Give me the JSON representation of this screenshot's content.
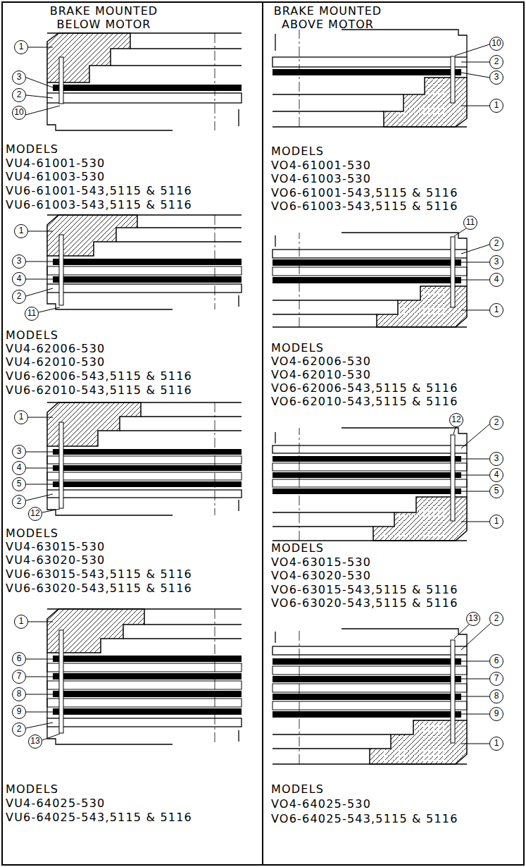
{
  "diagram": {
    "nodes": [
      {
        "text": [
          "BRAKE MOUNTED BELOW MOTOR"
        ]
      },
      {
        "text": [
          "BRAKE MOUNTED ABOVE MOTOR"
        ]
      }
    ],
    "labels": [
      "1",
      "3",
      "2",
      "10",
      "MODELS",
      "VU4-61001-530",
      "VU4-61003-530",
      "VU6-61001-543,5115 & 5116",
      "VU6-61003-543,5115 & 5116",
      "1",
      "3",
      "4",
      "2",
      "11",
      "MODELS",
      "VU4-62006-530",
      "VU4-62010-530",
      "VU6-62006-543,5115 & 5116",
      "VU6-62010-543,5115 & 5116",
      "1",
      "3",
      "4",
      "5",
      "2",
      "12",
      "MODELS",
      "VU4-63015-530",
      "VU4-63020-530",
      "VU6-63015-543,5115 & 5116",
      "VU6-63020-543,5115 & 5116",
      "1",
      "6",
      "7",
      "8",
      "9",
      "2",
      "13",
      "MODELS",
      "VU4-64025-530",
      "VU6-64025-543,5115 & 5116",
      "10",
      "2",
      "3",
      "1",
      "MODELS",
      "VO4-61001-530",
      "VO4-61003-530",
      "VO6-61001-543,5115 & 5116",
      "VO6-61003-543,5115 & 5116",
      "11",
      "2",
      "3",
      "4",
      "1",
      "MODELS",
      "VO4-62006-530",
      "VO4-62010-530",
      "VO6-62006-543,5115 & 5116",
      "VO6-62010-543,5115 & 5116",
      "12",
      "2",
      "3",
      "4",
      "5",
      "1",
      "MODELS",
      "VO4-63015-530",
      "VO4-63020-530",
      "VO6-63015-543,5115 & 5116",
      "VO6-63020-543,5115 & 5116",
      "13",
      "2",
      "6",
      "7",
      "8",
      "9",
      "1",
      "MODELS",
      "VO4-64025-530",
      "VO6-64025-543,5115 & 5116"
    ]
  }
}
